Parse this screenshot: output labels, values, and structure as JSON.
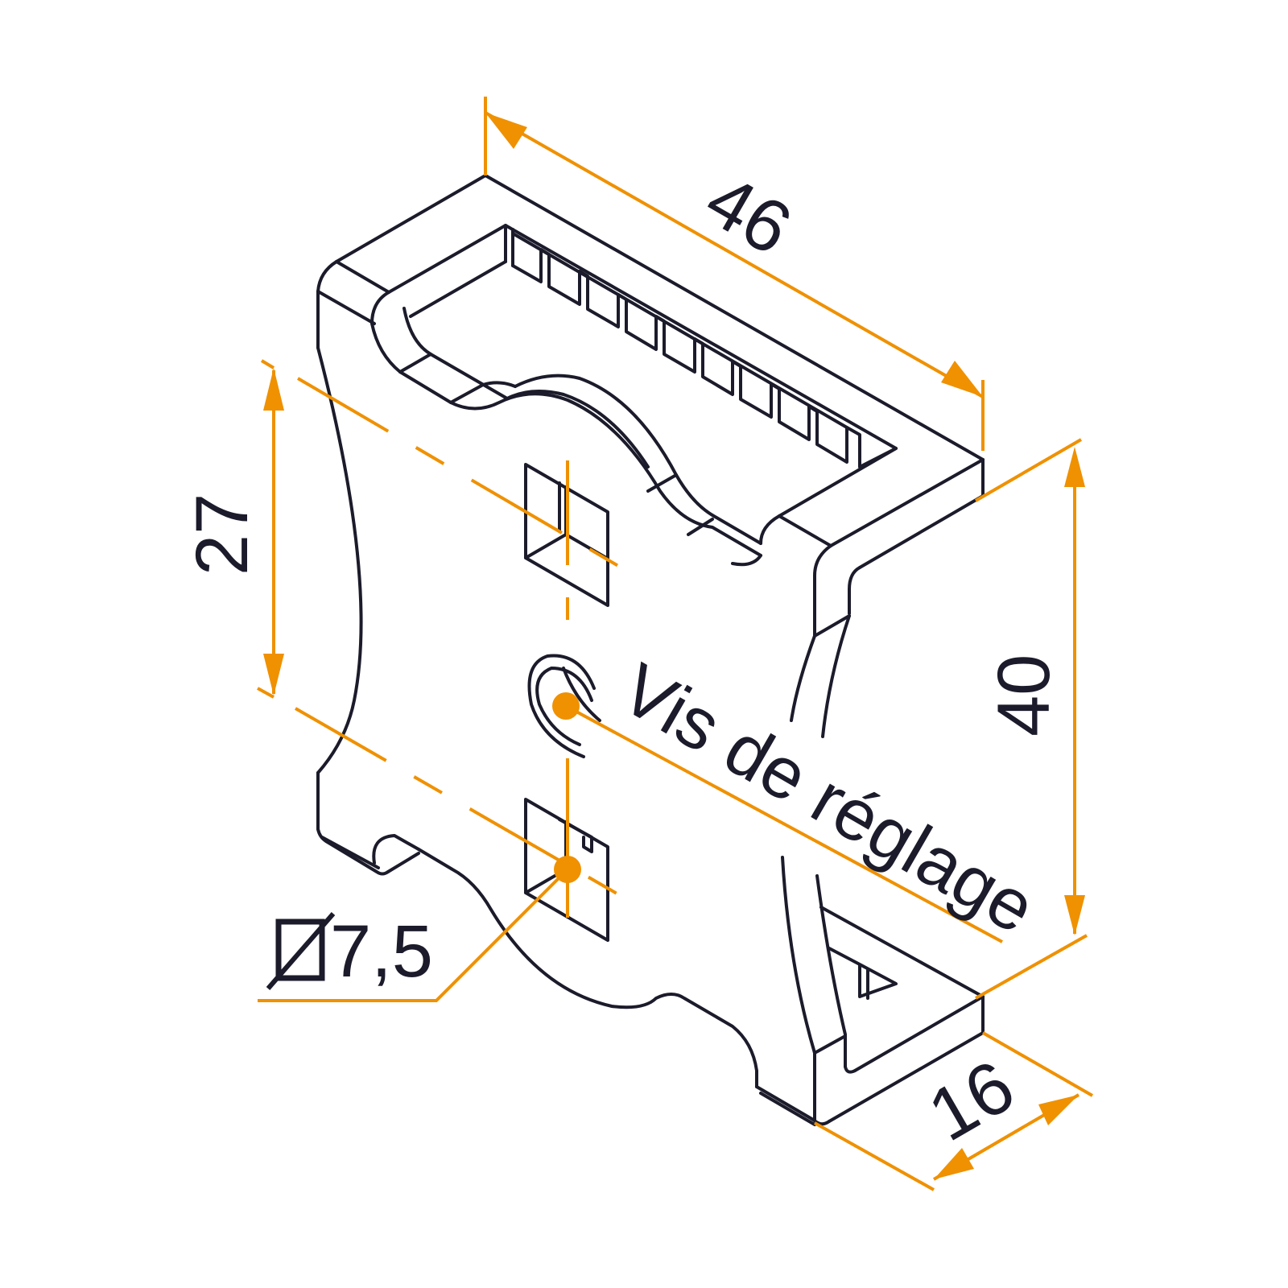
{
  "dimensions": {
    "length": "46",
    "height": "40",
    "spacing": "27",
    "depth": "16",
    "hole": "7,5"
  },
  "label": {
    "screw": "Vis de réglage"
  },
  "colors": {
    "outline": "#1b1b2b",
    "dimension": "#ef9100",
    "background": "#ffffff"
  }
}
